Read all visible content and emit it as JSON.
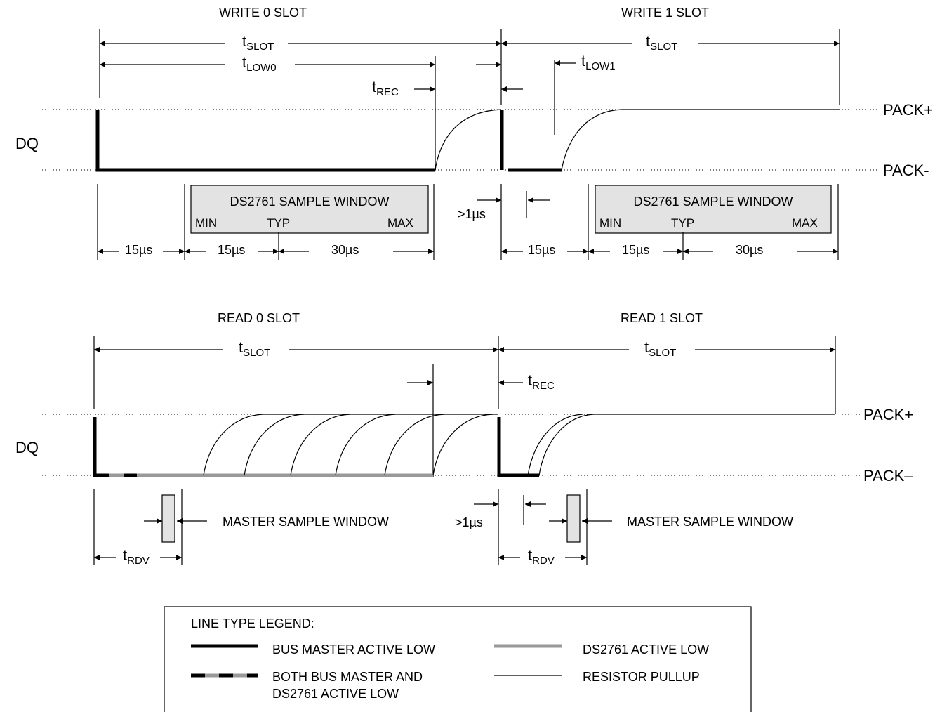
{
  "write": {
    "slot0_title": "WRITE 0 SLOT",
    "slot1_title": "WRITE 1 SLOT",
    "tslot_base": "t",
    "tslot_sub": "SLOT",
    "tlow0_sub": "LOW0",
    "tlow1_sub": "LOW1",
    "trec_sub": "REC",
    "sample_window": "DS2761 SAMPLE WINDOW",
    "min": "MIN",
    "typ": "TYP",
    "max": "MAX",
    "gt1us": ">1µs",
    "us15": "15µs",
    "us30": "30µs"
  },
  "read": {
    "slot0_title": "READ 0 SLOT",
    "slot1_title": "READ 1 SLOT",
    "trdv_sub": "RDV",
    "master_window": "MASTER SAMPLE WINDOW",
    "gt1us": ">1µs"
  },
  "signal": {
    "dq": "DQ",
    "pack_plus": "PACK+",
    "pack_minus_w": "PACK-",
    "pack_minus_r": "PACK–"
  },
  "legend": {
    "title": "LINE TYPE LEGEND:",
    "bus_master": "BUS MASTER ACTIVE LOW",
    "ds_active": "DS2761 ACTIVE LOW",
    "both_line1": "BOTH BUS MASTER AND",
    "both_line2": "DS2761 ACTIVE LOW",
    "pullup": "RESISTOR PULLUP"
  },
  "colors": {
    "black": "#000000",
    "gray": "#999999",
    "window_fill": "#e3e3e3"
  }
}
